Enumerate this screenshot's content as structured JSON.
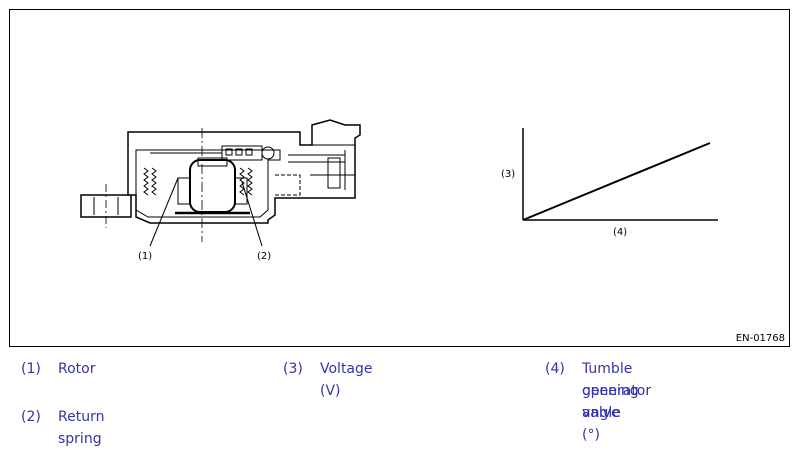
{
  "figure": {
    "id": "EN-01768",
    "callouts": {
      "rotor": "(1)",
      "return_spring": "(2)",
      "voltage_axis": "(3)",
      "angle_axis": "(4)"
    }
  },
  "chart_data": {
    "type": "line",
    "title": "",
    "xlabel": "(4)",
    "ylabel": "(3)",
    "series": [
      {
        "x": [
          0,
          1
        ],
        "values": [
          0,
          1
        ]
      }
    ]
  },
  "legend": [
    {
      "num": "(1)",
      "text": "Rotor"
    },
    {
      "num": "(2)",
      "text": "Return spring"
    },
    {
      "num": "(3)",
      "text": "Voltage (V)"
    },
    {
      "num": "(4)",
      "text": "Tumble generator valve",
      "text2": "opening angle (°)"
    }
  ]
}
